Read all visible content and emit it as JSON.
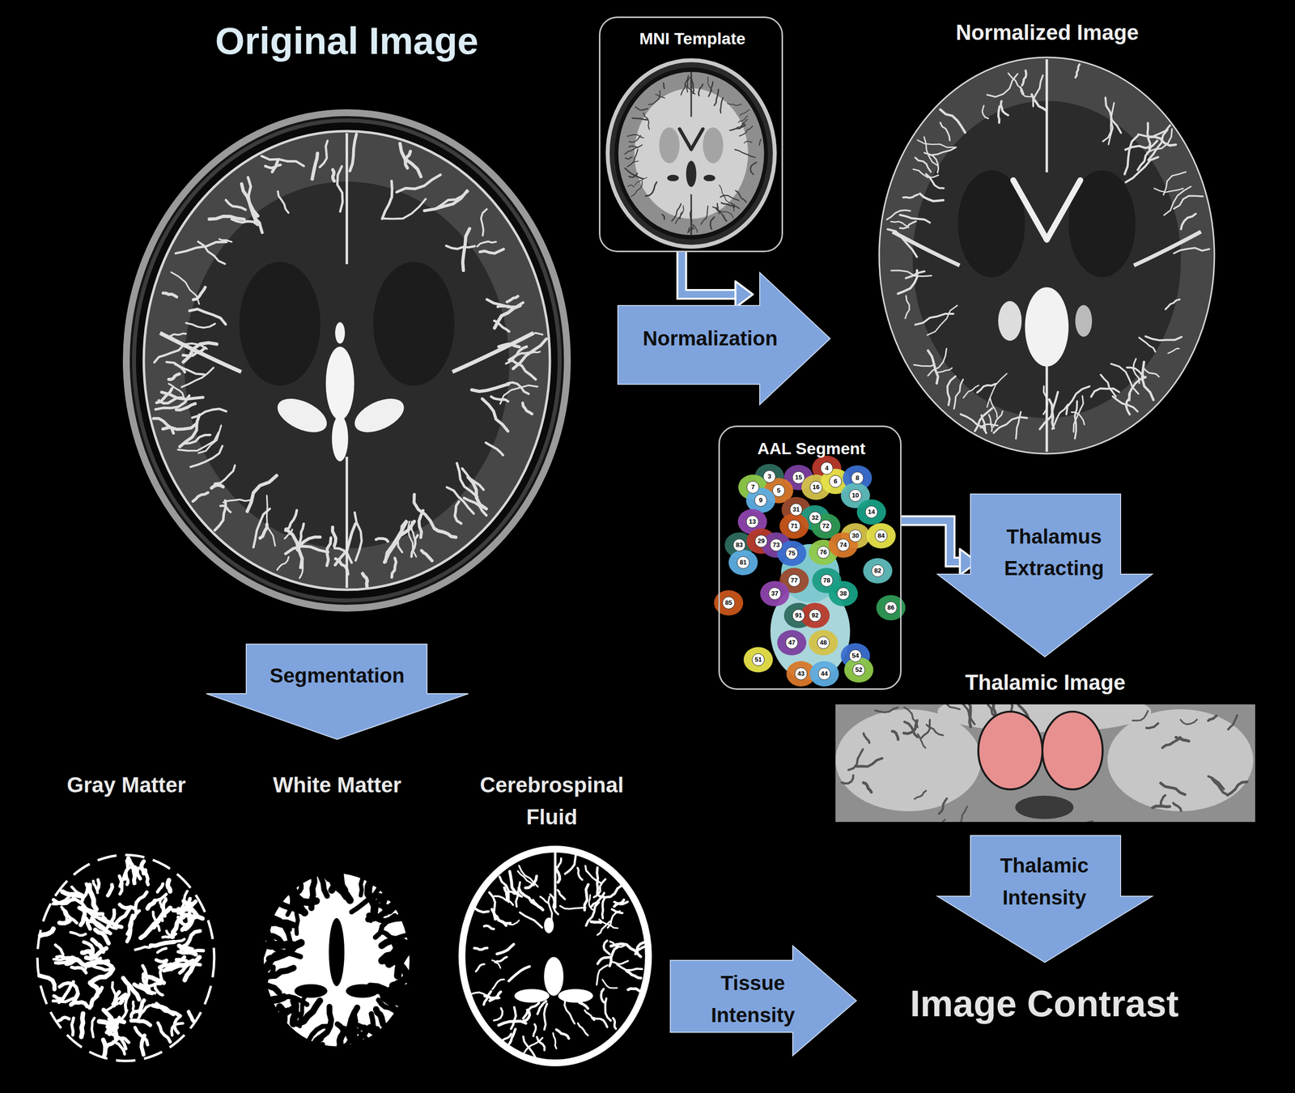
{
  "diagram": {
    "nodes": [
      {
        "text": [
          "Original Image"
        ]
      },
      {
        "text": [
          "MNI Template"
        ]
      },
      {
        "text": [
          "Normalized Image"
        ]
      },
      {
        "text": [
          "Normalization"
        ]
      },
      {
        "text": [
          "AAL Segment"
        ]
      },
      {
        "text": [
          "Thalamus Extracting"
        ]
      },
      {
        "text": [
          "Thalamic Image"
        ]
      },
      {
        "text": [
          "Segmentation"
        ]
      },
      {
        "text": [
          "Thalamic Intensity"
        ]
      },
      {
        "text": [
          "Gray Matter"
        ]
      },
      {
        "text": [
          "White Matter"
        ]
      },
      {
        "text": [
          "Cerebrospinal Fluid"
        ]
      },
      {
        "text": [
          "Tissue Intensity"
        ]
      },
      {
        "text": [
          "Image Contrast"
        ]
      }
    ],
    "edges": [
      {
        "from": 1,
        "to": 3,
        "arrow": "to"
      },
      {
        "from": 4,
        "to": 5,
        "arrow": "to"
      }
    ],
    "labels": [
      "3",
      "4",
      "15",
      "16",
      "6",
      "8",
      "7",
      "5",
      "9",
      "10",
      "31",
      "32",
      "13",
      "14",
      "71",
      "72",
      "83",
      "29",
      "73",
      "30",
      "84",
      "75",
      "76",
      "74",
      "81",
      "82",
      "77",
      "78",
      "37",
      "38",
      "85",
      "86",
      "91",
      "92",
      "47",
      "48",
      "51",
      "54",
      "52",
      "43",
      "44"
    ]
  }
}
